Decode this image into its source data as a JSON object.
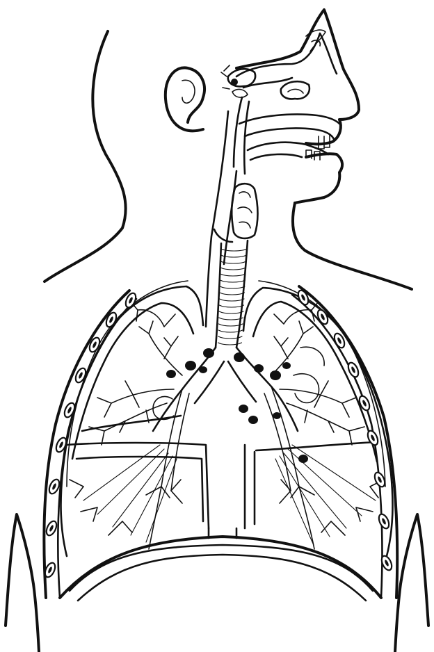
{
  "figure": {
    "ink_color": "#111111",
    "paper_color": "#ffffff",
    "parts": [
      "head-profile",
      "ear",
      "nasal-cavity",
      "oral-cavity",
      "larynx",
      "trachea",
      "left-lung",
      "right-lung",
      "bronchial-tree",
      "lymph-nodes",
      "rib-cage",
      "diaphragm"
    ]
  }
}
